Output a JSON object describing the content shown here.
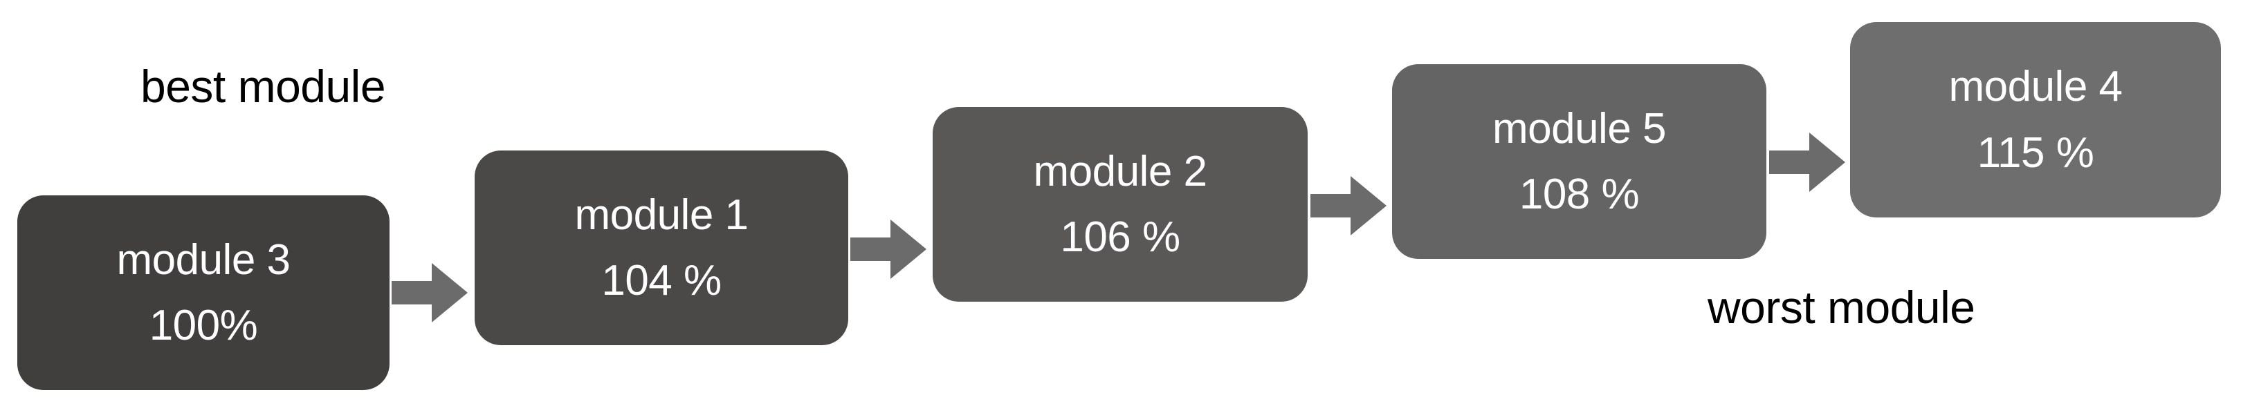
{
  "diagram": {
    "type": "module-ranking-flow",
    "background_color": "#ffffff",
    "arrow_color": "#6b6b6b",
    "text_color_box": "#ffffff",
    "text_color_caption": "#000000",
    "modules": [
      {
        "title": "module 3",
        "value": "100%",
        "percent": 100,
        "fill": "#413f3e",
        "rank": 1
      },
      {
        "title": "module 1",
        "value": "104 %",
        "percent": 104,
        "fill": "#4b4948",
        "rank": 2
      },
      {
        "title": "module 2",
        "value": "106 %",
        "percent": 106,
        "fill": "#5a5857",
        "rank": 3
      },
      {
        "title": "module 5",
        "value": "108 %",
        "percent": 108,
        "fill": "#646464",
        "rank": 4
      },
      {
        "title": "module 4",
        "value": "115 %",
        "percent": 115,
        "fill": "#6e6e6e",
        "rank": 5
      }
    ],
    "arrows": [
      {
        "name": "arrow-module3-to-module1"
      },
      {
        "name": "arrow-module1-to-module2"
      },
      {
        "name": "arrow-module2-to-module5"
      },
      {
        "name": "arrow-module5-to-module4"
      }
    ],
    "captions": {
      "best": "best module",
      "worst": "worst module"
    }
  }
}
